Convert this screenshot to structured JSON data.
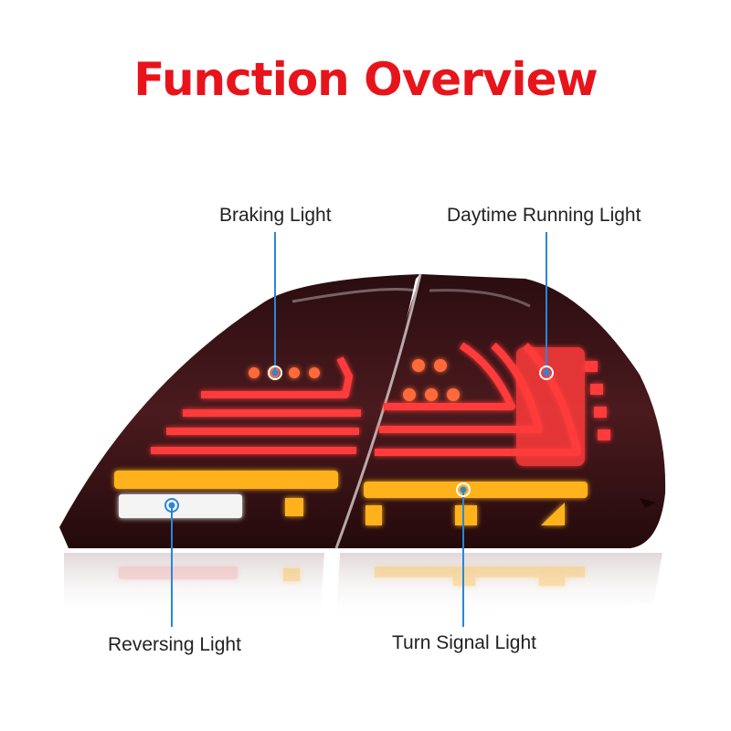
{
  "title": "Function Overview",
  "colors": {
    "title_red": "#e8141b",
    "callout_blue": "#2a86d8",
    "lamp_body": "#3a1418",
    "light_red": "#ff3a3a",
    "amber": "#ffb21c",
    "white_led": "#f4f4f4"
  },
  "callouts": {
    "braking": "Braking Light",
    "daytime": "Daytime Running Light",
    "reversing": "Reversing Light",
    "turn_signal": "Turn Signal Light"
  }
}
